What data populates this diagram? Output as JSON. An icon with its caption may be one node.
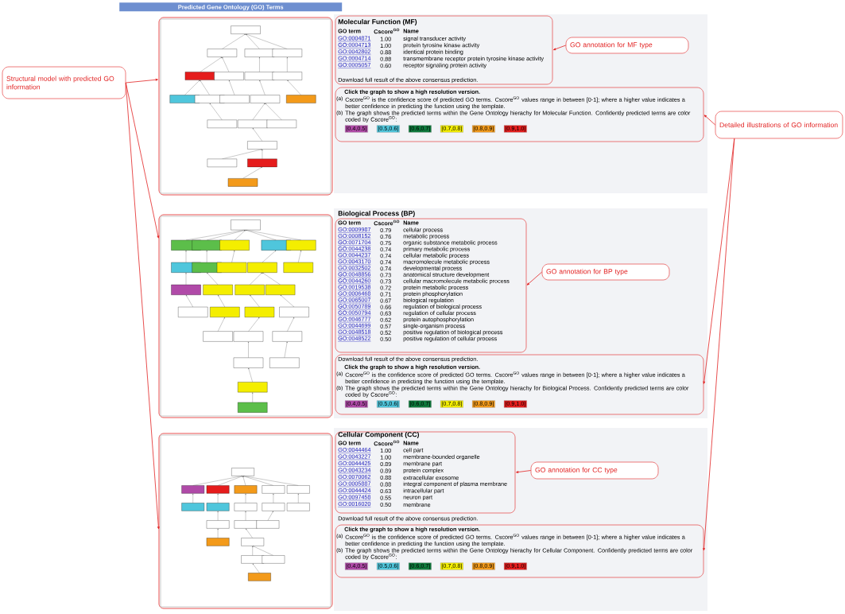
{
  "diagram": {
    "title": "Predicted Gene Ontology (GO) Terms",
    "nodes": [
      {
        "text": [
          "Structural model with predicted GO information"
        ]
      },
      {
        "text": [],
        "shape": "picture"
      },
      {
        "text": [
          "Molecular Function (MF)",
          "GO term",
          "Cscore$^{GO}$",
          "Name",
          "GO:0004871",
          "1.00",
          "signal transducer activity",
          "GO:0004713",
          "1.00",
          "protein tyrosine kinase activity",
          "GO:0042802",
          "0.88",
          "identical protein binding",
          "GO:0004714",
          "0.88",
          "transmembrane receptor protein tyrosine kinase activity",
          "GO:0005057",
          "0.60",
          "receptor signaling protein activity",
          "Download full result of the above consensus prediction."
        ]
      },
      {
        "text": [
          "Click the graph to show a high resolution version.",
          "(a)",
          "Cscore$^{GO}$ is the confidence score of predicted GO terms. Cscore$^{GO}$ values range in between [0-1]; where a higher value indicates a better confidence in predicting the function using the template.",
          "(b)",
          "The graph shows the predicted terms within the Gene Ontology hierachy for Molecular Function. Confidently predicted terms are color coded by Cscore$^{GO}$:"
        ]
      },
      {
        "text": [
          "GO annotation for MF type"
        ]
      },
      {
        "text": [
          "Detailed illustrations of GO information"
        ]
      },
      {
        "text": [],
        "shape": "picture"
      },
      {
        "text": [
          "Biological Process (BP)",
          "GO term",
          "Cscore$^{GO}$",
          "Name",
          "GO:0009987",
          "0.79",
          "cellular process",
          "GO:0008152",
          "0.76",
          "metabolic process",
          "GO:0071704",
          "0.75",
          "organic substance metabolic process",
          "GO:0044238",
          "0.74",
          "primary metabolic process",
          "GO:0044237",
          "0.74",
          "cellular metabolic process",
          "GO:0043170",
          "0.74",
          "macromolecule metabolic process",
          "GO:0032502",
          "0.74",
          "developmental process",
          "GO:0048856",
          "0.73",
          "anatomical structure development",
          "GO:0044260",
          "0.73",
          "cellular macromolecule metabolic process",
          "GO:0019538",
          "0.72",
          "protein metabolic process",
          "GO:0006468",
          "0.71",
          "protein phosphorylation",
          "GO:0065007",
          "0.67",
          "biological regulation",
          "GO:0050789",
          "0.66",
          "regulation of biological process",
          "GO:0050794",
          "0.63",
          "regulation of cellular process",
          "GO:0046777",
          "0.62",
          "protein autophosphorylation",
          "GO:0044699",
          "0.57",
          "single-organism process",
          "GO:0048518",
          "0.52",
          "positive regulation of biological process",
          "GO:0048522",
          "0.50",
          "positive regulation of cellular process"
        ]
      },
      {
        "text": [
          "Download full result of the above consensus prediction.",
          "Click the graph to show a high resolution version.",
          "(a)",
          "Cscore$^{GO}$ is the confidence score of predicted GO terms. Cscore$^{GO}$ values range in between [0-1]; where a higher value indicates a better confidence in predicting the function using the template.",
          "(b)",
          "The graph shows the predicted terms within the Gene Ontology hierachy for Biological Process. Confidently predicted terms are color coded by Cscore$^{GO}$:"
        ]
      },
      {
        "text": [
          "GO annotation for BP type"
        ]
      },
      {
        "text": [],
        "shape": "picture"
      },
      {
        "text": [
          "Cellular Component (CC)",
          "GO term",
          "Cscore$^{GO}$",
          "Name",
          "GO:0044464",
          "1.00",
          "cell part",
          "GO:0043227",
          "1.00",
          "membrane-bounded organelle",
          "GO:0044425",
          "0.89",
          "membrane part",
          "GO:0043234",
          "0.89",
          "protein complex",
          "GO:0070062",
          "0.88",
          "extracellular exosome",
          "GO:0005887",
          "0.88",
          "integral component of plasma membrane",
          "GO:0044424",
          "0.63",
          "intracellular part",
          "GO:0097458",
          "0.55",
          "neuron part",
          "GO:0016020",
          "0.50",
          "membrane"
        ]
      },
      {
        "text": [
          "Click the graph to show a high resolution version.",
          "(a)",
          "Cscore$^{GO}$ is the confidence score of predicted GO terms. Cscore$^{GO}$ values range in between [0-1]; where a higher value indicates a better confidence in predicting the function using the template.",
          "(b)",
          "The graph shows the predicted terms within the Gene Ontology hierachy for Cellular Component. Confidently predicted terms are color coded by Cscore$^{GO}$:"
        ]
      },
      {
        "text": [
          "GO annotation for CC type"
        ]
      }
    ],
    "edges": [
      {
        "from": 0,
        "to": 1,
        "arrow": "to"
      },
      {
        "from": 0,
        "to": 6,
        "arrow": "to"
      },
      {
        "from": 0,
        "to": 10,
        "arrow": "to"
      },
      {
        "from": 4,
        "to": 2,
        "arrow": "to"
      },
      {
        "from": 5,
        "to": 3,
        "arrow": "to"
      },
      {
        "from": 5,
        "to": 8,
        "arrow": "to"
      },
      {
        "from": 5,
        "to": 12,
        "arrow": "to"
      },
      {
        "from": 9,
        "to": 7,
        "arrow": "to"
      },
      {
        "from": 13,
        "to": 11,
        "arrow": "to"
      }
    ],
    "labels": [
      "Download full result of the above consensus prediction."
    ],
    "legend": [
      {
        "text": "[0.4,0.5]",
        "color": "#b04aa8"
      },
      {
        "text": "[0.5,0.6]",
        "color": "#4fc6dc"
      },
      {
        "text": "[0.6,0.7]",
        "color": "#0e7a3c"
      },
      {
        "text": "[0.7,0.8]",
        "color": "#f4ee00"
      },
      {
        "text": "[0.8,0.9]",
        "color": "#f39a1a"
      },
      {
        "text": "[0.9,1.0]",
        "color": "#e51c1c"
      },
      {
        "text": "[0.4,0.5]",
        "color": "#b04aa8"
      },
      {
        "text": "[0.5,0.6]",
        "color": "#4fc6dc"
      },
      {
        "text": "[0.6,0.7]",
        "color": "#0e7a3c"
      },
      {
        "text": "[0.7,0.8]",
        "color": "#f4ee00"
      },
      {
        "text": "[0.8,0.9]",
        "color": "#f39a1a"
      },
      {
        "text": "[0.9,1.0]",
        "color": "#e51c1c"
      },
      {
        "text": "[0.4,0.5]",
        "color": "#b04aa8"
      },
      {
        "text": "[0.5,0.6]",
        "color": "#4fc6dc"
      },
      {
        "text": "[0.6,0.7]",
        "color": "#0e7a3c"
      },
      {
        "text": "[0.7,0.8]",
        "color": "#f4ee00"
      },
      {
        "text": "[0.8,0.9]",
        "color": "#f39a1a"
      },
      {
        "text": "[0.9,1.0]",
        "color": "#e51c1c"
      }
    ]
  }
}
